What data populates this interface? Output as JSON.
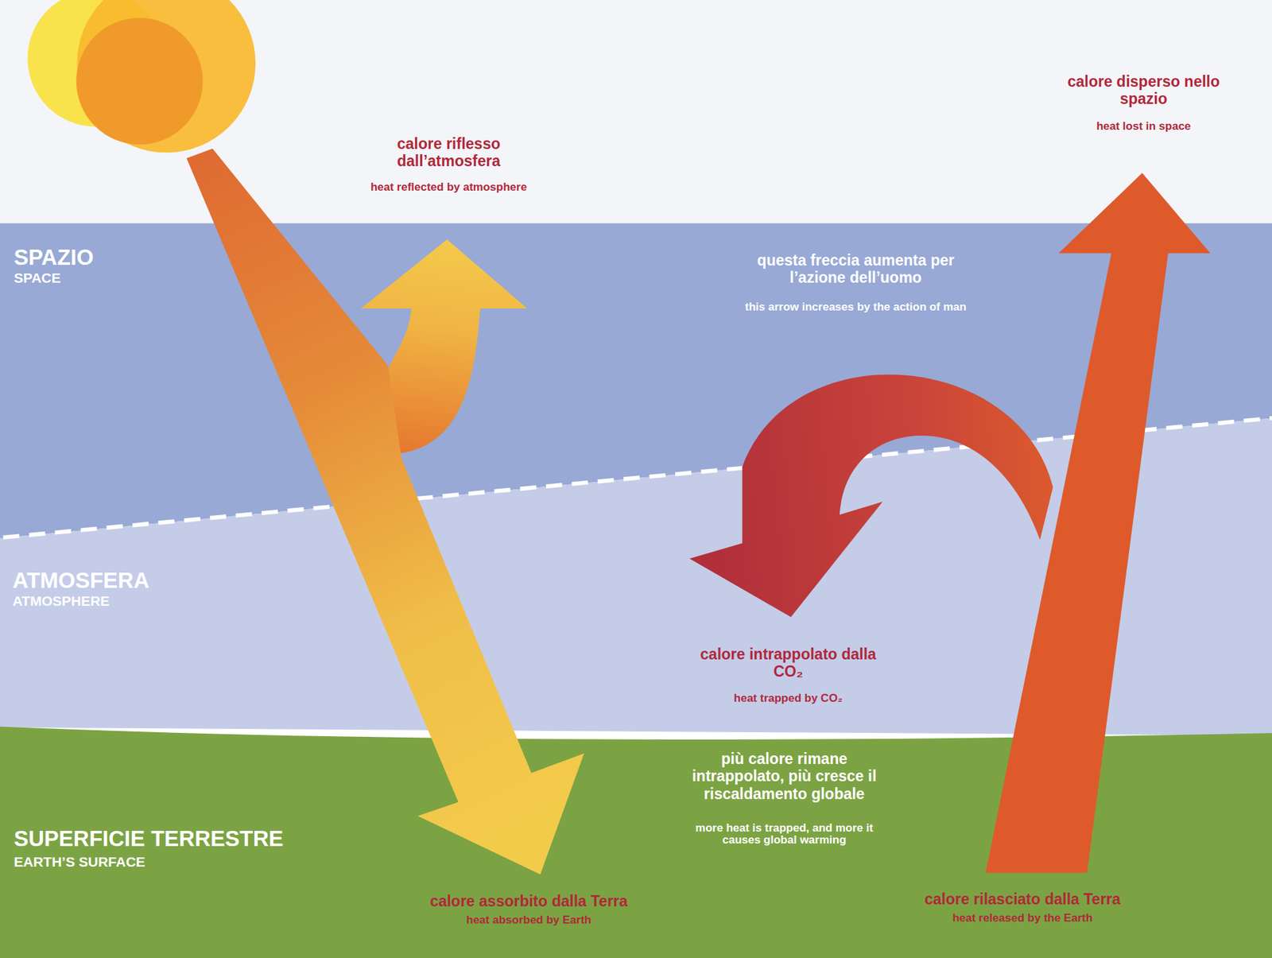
{
  "diagram": {
    "labels": [
      "calore riflesso dall’atmosfera",
      "heat reflected by atmosphere",
      "calore disperso nello spazio",
      "heat lost in space",
      "SPAZIO",
      "SPACE",
      "questa freccia aumenta per l’azione dell’uomo",
      "this arrow increases by the action of man",
      "ATMOSFERA",
      "ATMOSPHERE",
      "calore intrappolato dalla CO₂",
      "heat trapped by CO₂",
      "più calore rimane intrappolato, più cresce il riscaldamento globale",
      "more heat is trapped, and more it causes global warming",
      "SUPERFICIE TERRESTRE",
      "EARTH’S SURFACE",
      "calore assorbito dalla Terra",
      "heat absorbed by Earth",
      "calore rilasciato dalla Terra",
      "heat released by the Earth"
    ]
  }
}
